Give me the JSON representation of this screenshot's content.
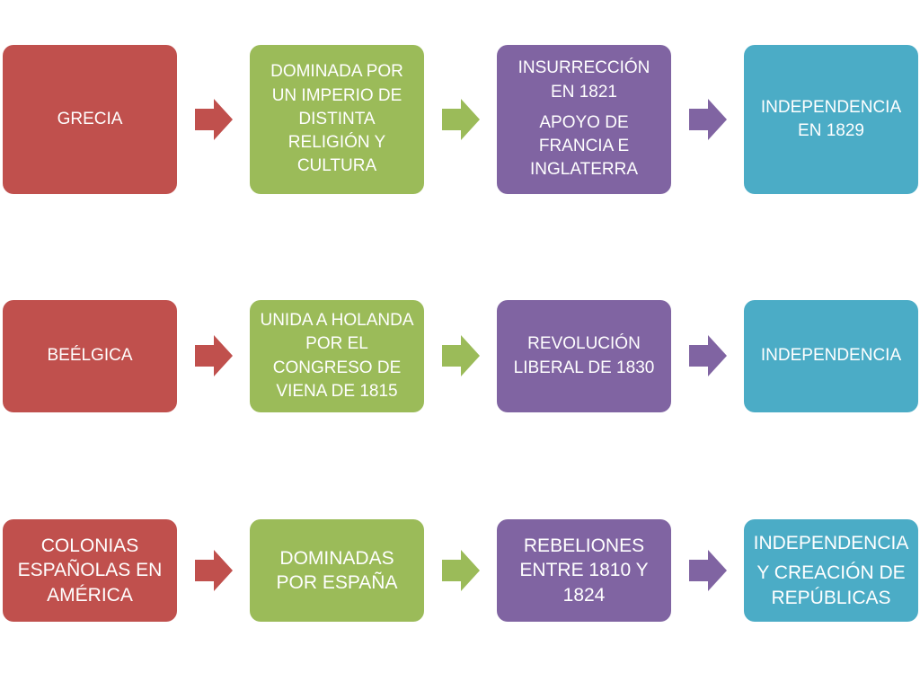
{
  "colors": {
    "red": "#c0504d",
    "green": "#9bbb59",
    "purple": "#8064a2",
    "blue": "#4bacc6"
  },
  "rows": [
    {
      "boxes": [
        {
          "paragraphs": [
            "GRECIA"
          ]
        },
        {
          "paragraphs": [
            "DOMINADA POR UN IMPERIO DE DISTINTA RELIGIÓN Y CULTURA"
          ]
        },
        {
          "paragraphs": [
            "INSURRECCIÓN EN 1821",
            "APOYO DE FRANCIA E INGLATERRA"
          ]
        },
        {
          "paragraphs": [
            "INDEPENDENCIA EN 1829"
          ]
        }
      ]
    },
    {
      "boxes": [
        {
          "paragraphs": [
            "BEÉLGICA"
          ]
        },
        {
          "paragraphs": [
            "UNIDA A HOLANDA POR EL CONGRESO DE VIENA DE 1815"
          ]
        },
        {
          "paragraphs": [
            "REVOLUCIÓN LIBERAL DE 1830"
          ]
        },
        {
          "paragraphs": [
            "INDEPENDENCIA"
          ]
        }
      ]
    },
    {
      "boxes": [
        {
          "paragraphs": [
            "COLONIAS ESPAÑOLAS EN AMÉRICA"
          ]
        },
        {
          "paragraphs": [
            "DOMINADAS POR ESPAÑA"
          ]
        },
        {
          "paragraphs": [
            "REBELIONES ENTRE 1810 Y 1824"
          ]
        },
        {
          "paragraphs": [
            "INDEPENDENCIA",
            "Y CREACIÓN DE REPÚBLICAS"
          ]
        }
      ]
    }
  ]
}
